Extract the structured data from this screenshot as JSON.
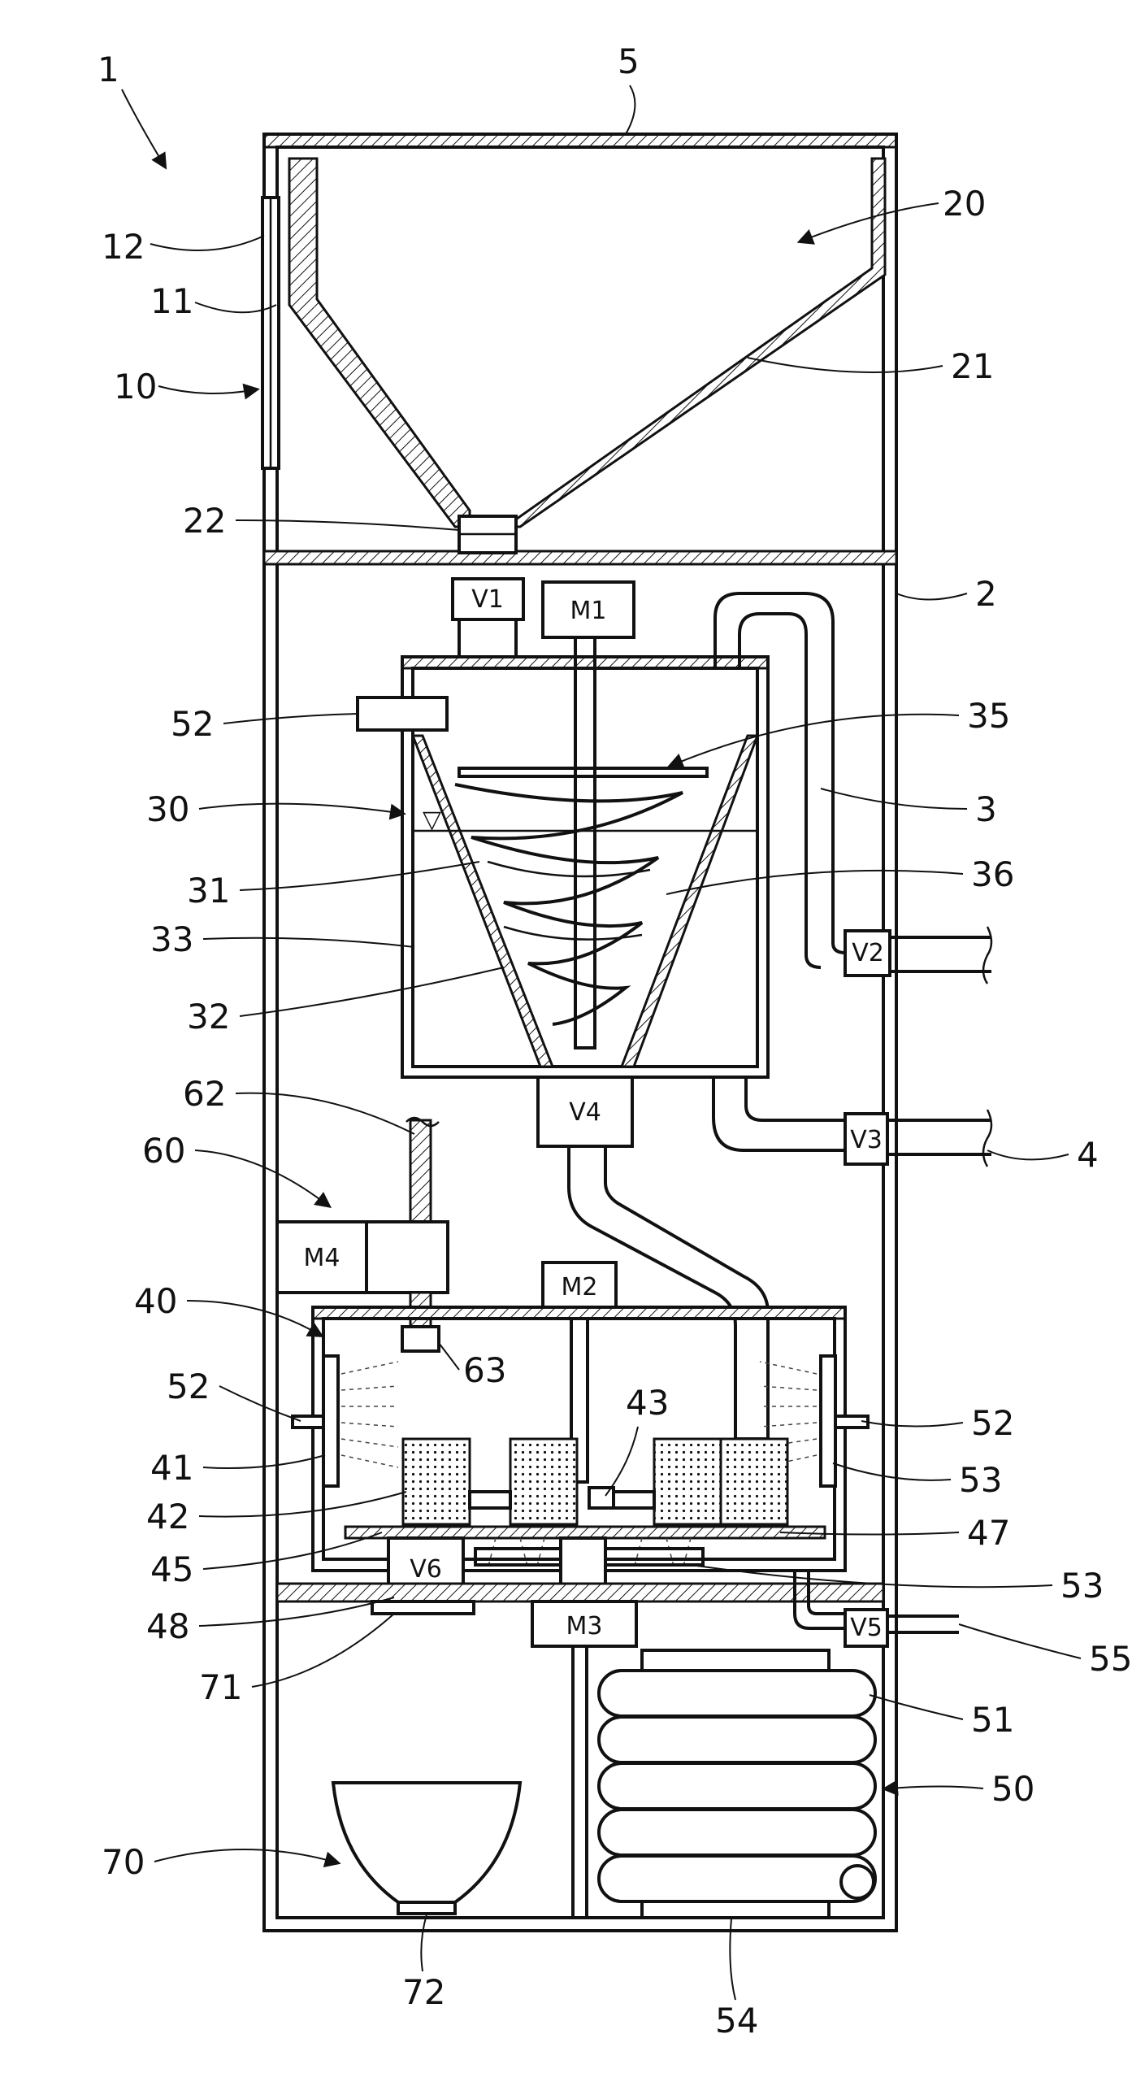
{
  "labels": {
    "l1": "1",
    "l2": "2",
    "l3": "3",
    "l4": "4",
    "l5": "5",
    "l10": "10",
    "l11": "11",
    "l12": "12",
    "l20": "20",
    "l21": "21",
    "l22": "22",
    "l30": "30",
    "l31": "31",
    "l32": "32",
    "l33": "33",
    "l35": "35",
    "l36": "36",
    "l40": "40",
    "l41": "41",
    "l42": "42",
    "l43": "43",
    "l45": "45",
    "l47": "47",
    "l48": "48",
    "l50": "50",
    "l51": "51",
    "l52a": "52",
    "l52b": "52",
    "l52c": "52",
    "l53a": "53",
    "l53b": "53",
    "l54": "54",
    "l55": "55",
    "l60": "60",
    "l62": "62",
    "l63": "63",
    "l70": "70",
    "l71": "71",
    "l72": "72"
  },
  "components": {
    "V1": "V1",
    "V2": "V2",
    "V3": "V3",
    "V4": "V4",
    "V5": "V5",
    "V6": "V6",
    "M1": "M1",
    "M2": "M2",
    "M3": "M3",
    "M4": "M4"
  }
}
